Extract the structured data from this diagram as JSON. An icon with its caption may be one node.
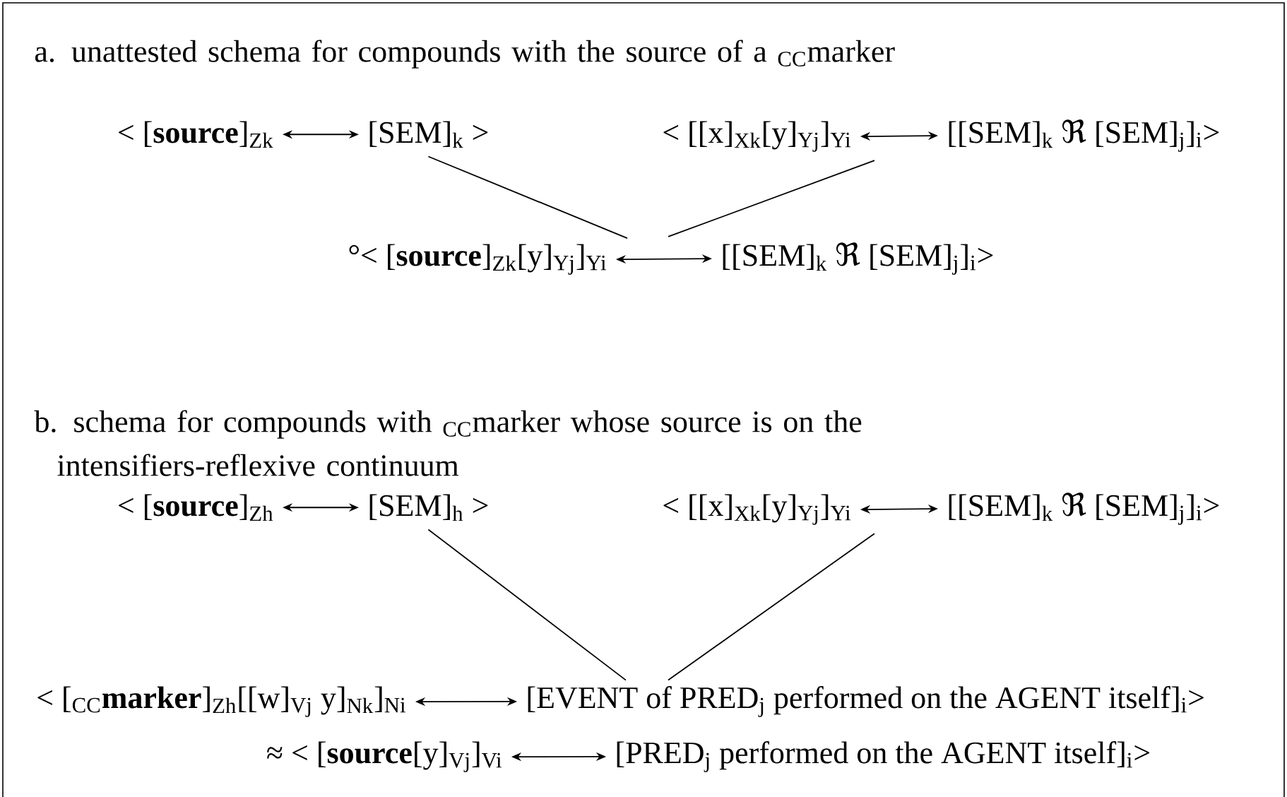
{
  "diagram": {
    "nodes": [
      {
        "text": [
          "< [**source**]$_{Zk}$"
        ]
      },
      {
        "text": [
          "[SEM]$_{k}$ >"
        ]
      },
      {
        "text": [
          "< [[x]$_{Xk}$[y]$_{Yj}$]$_{Yi}$"
        ]
      },
      {
        "text": [
          "[[SEM]$_{k}$ ℜ [SEM]$_{j}$]$_{i}$>"
        ]
      },
      {
        "text": [
          "°< [**source**]$_{Zk}$[y]$_{Yj}$]$_{Yi}$"
        ]
      },
      {
        "text": [
          "[[SEM]$_{k}$ ℜ [SEM]$_{j}$]$_{i}$>"
        ]
      },
      {
        "text": [
          "< [**source**]$_{Zh}$"
        ]
      },
      {
        "text": [
          "[SEM]$_{h}$ >"
        ]
      },
      {
        "text": [
          "< [[x]$_{Xk}$[y]$_{Yj}$]$_{Yi}$"
        ]
      },
      {
        "text": [
          "[[SEM]$_{k}$ ℜ [SEM]$_{j}$]$_{i}$>"
        ]
      },
      {
        "text": [
          "< [$_{CC}$**marker**]$_{Zh}$[[w]$_{Vj}$ y]$_{Nk}$]$_{Ni}$"
        ]
      },
      {
        "text": [
          "[EVENT of PRED$_{j}$ performed on the AGENT itself]$_{i}$>"
        ]
      },
      {
        "text": [
          "≈ < [**source**[y]$_{Vj}$]$_{Vi}$"
        ]
      },
      {
        "text": [
          "[PRED$_{j}$ performed on the AGENT itself]$_{i}$>"
        ]
      }
    ],
    "edges": [
      {
        "from": 0,
        "to": 1,
        "arrow": "both"
      },
      {
        "from": 2,
        "to": 3,
        "arrow": "both"
      },
      {
        "from": 1,
        "to": 4,
        "arrow": "none"
      },
      {
        "from": 2,
        "to": 5,
        "arrow": "none"
      },
      {
        "from": 4,
        "to": 5,
        "arrow": "both"
      },
      {
        "from": 6,
        "to": 7,
        "arrow": "both"
      },
      {
        "from": 8,
        "to": 9,
        "arrow": "both"
      },
      {
        "from": 7,
        "to": 11,
        "arrow": "none"
      },
      {
        "from": 8,
        "to": 11,
        "arrow": "none"
      },
      {
        "from": 10,
        "to": 11,
        "arrow": "both"
      },
      {
        "from": 12,
        "to": 13,
        "arrow": "both"
      }
    ],
    "labels": [
      "a. unattested schema for compounds with the source of a $_{CC}$marker",
      "b. schema for compounds with $_{CC}$marker whose source is on the intensifiers-reflexive continuum"
    ]
  }
}
